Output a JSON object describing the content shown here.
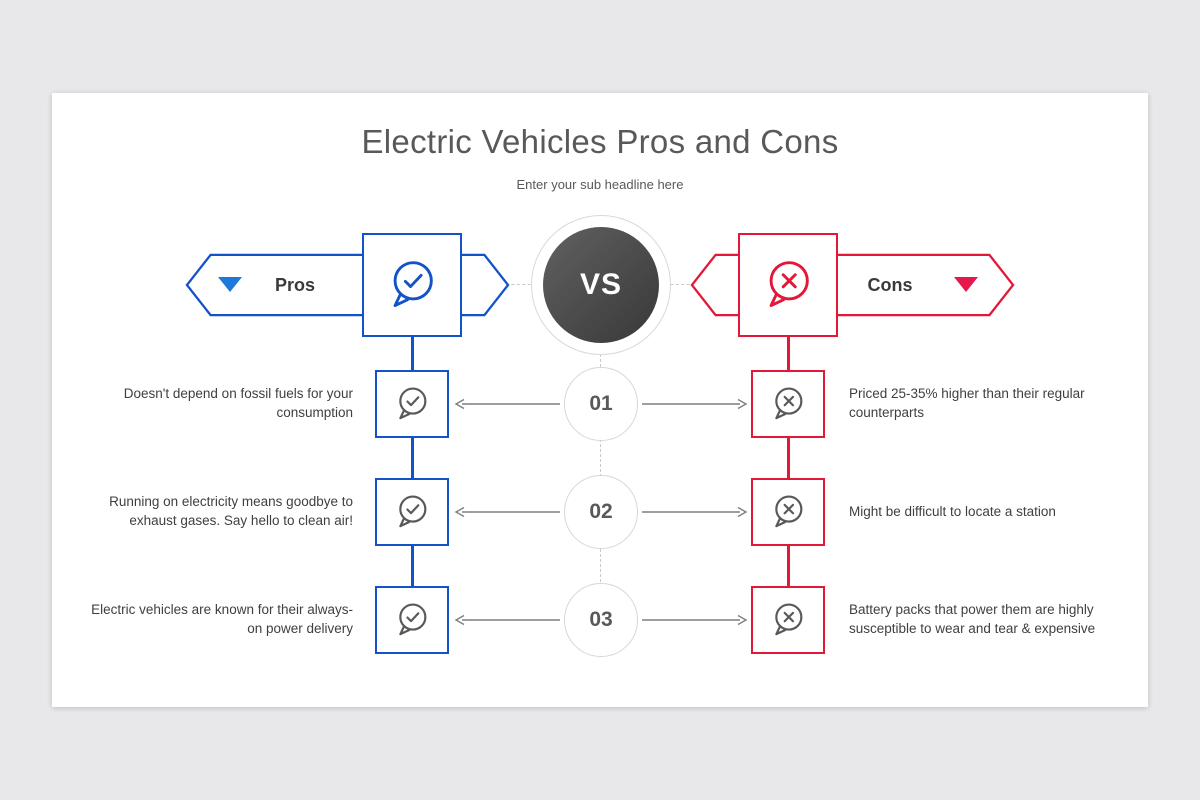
{
  "slide": {
    "title": "Electric Vehicles Pros and Cons",
    "subtitle": "Enter your sub headline here",
    "vs_label": "VS"
  },
  "pros": {
    "label": "Pros",
    "icon": "check-bubble-icon",
    "items": [
      "Doesn't depend on fossil fuels for your consumption",
      "Running on electricity means goodbye to exhaust gases. Say hello to clean air!",
      "Electric vehicles are known for their always-on power delivery"
    ]
  },
  "cons": {
    "label": "Cons",
    "icon": "cross-bubble-icon",
    "items": [
      "Priced 25-35% higher than their regular counterparts",
      "Might be difficult to locate a station",
      "Battery packs that power them are highly susceptible to wear and tear & expensive"
    ]
  },
  "rows": [
    {
      "number": "01"
    },
    {
      "number": "02"
    },
    {
      "number": "03"
    }
  ],
  "colors": {
    "pros_blue": "#1353C8",
    "pros_marker": "#1E78DB",
    "cons_red": "#E31738",
    "cons_marker": "#E8174B",
    "vs_dark": "#474747",
    "text_gray": "#595959",
    "line_gray": "#C9C9C9"
  }
}
